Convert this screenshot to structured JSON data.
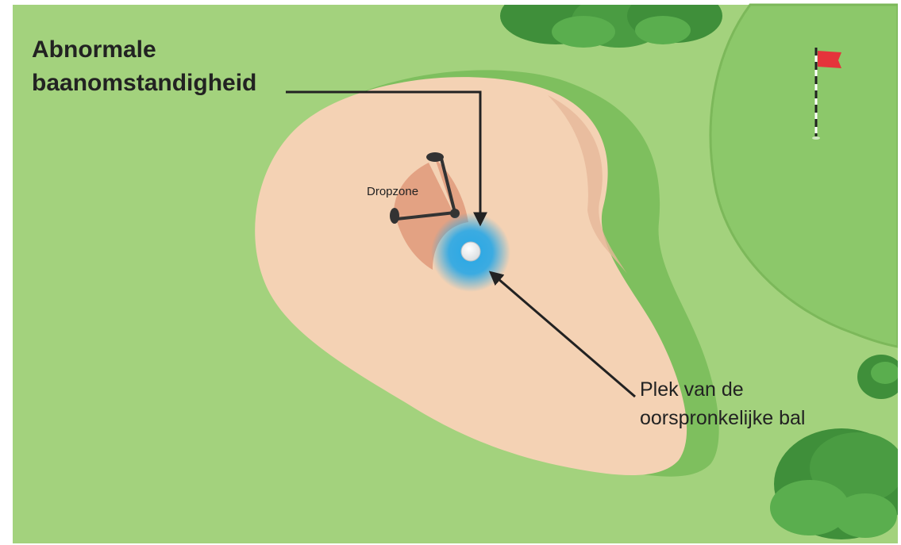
{
  "labels": {
    "abnormal_line1": "Abnormale",
    "abnormal_line2": "baanomstandigheid",
    "dropzone": "Dropzone",
    "ball_line1": "Plek van de",
    "ball_line2": "oorspronkelijke bal"
  },
  "colors": {
    "fairway": "#a3d27d",
    "green": "#8cc86a",
    "bunker": "#f4d2b4",
    "bunker_lip": "#e6b89a",
    "dropzone": "#e3a283",
    "ball_glow": "#27a7e6",
    "ball": "#ffffff",
    "arrow": "#222222",
    "flag": "#e5333b",
    "trees": "#3f8f3a"
  },
  "icons": {
    "flag": "flag-icon",
    "ball": "golf-ball-icon",
    "club": "golf-club-icon",
    "trees": "tree-icon"
  }
}
